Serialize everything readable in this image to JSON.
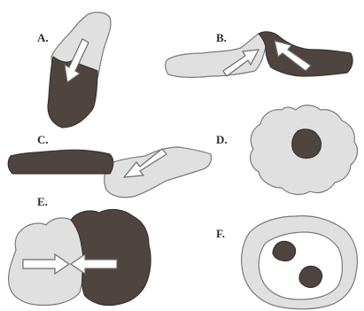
{
  "figure": {
    "panels": [
      {
        "id": "A",
        "label": "A."
      },
      {
        "id": "B",
        "label": "B."
      },
      {
        "id": "C",
        "label": "C."
      },
      {
        "id": "D",
        "label": "D."
      },
      {
        "id": "E",
        "label": "E."
      },
      {
        "id": "F",
        "label": "F."
      }
    ]
  },
  "colors": {
    "light_region": "#e0e0e0",
    "dark_region": "#4e4440",
    "outline": "#7a7a7a",
    "arrow_fill": "#ffffff"
  }
}
